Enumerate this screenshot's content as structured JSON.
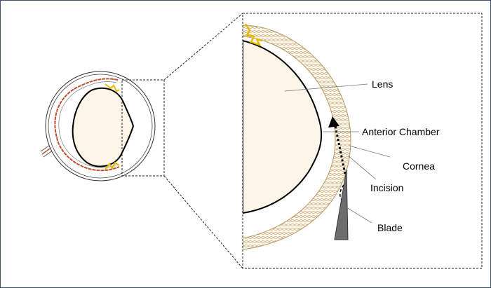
{
  "labels": {
    "lens": "Lens",
    "anterior_chamber": "Anterior Chamber",
    "cornea": "Cornea",
    "incision": "Incision",
    "blade": "Blade"
  },
  "colors": {
    "border": "#3c4f6b",
    "lens_fill": "#fdf6e8",
    "cornea_pattern": "#c8a977",
    "retina": "#c0502e",
    "zonule": "#e6b800",
    "blade": "#6d6d6d"
  }
}
